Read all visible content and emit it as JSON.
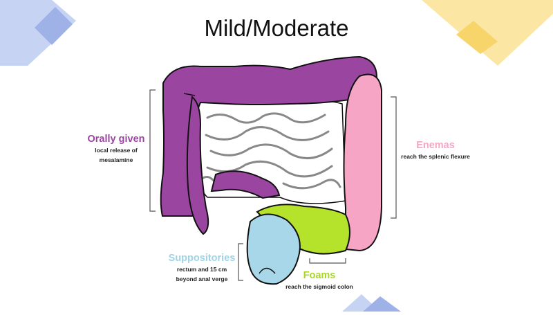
{
  "title": "Mild/Moderate",
  "colors": {
    "oral": "#9a45a0",
    "enemas": "#f7a5c5",
    "suppositories": "#a7d7e8",
    "foams": "#b5e22a",
    "small_intestine_stroke": "#777777",
    "outline": "#111111",
    "deco_blue": "#b6c6ef",
    "deco_yellow": "#f9df8a"
  },
  "labels": {
    "oral": {
      "heading": "Orally given",
      "lines": [
        "local release of",
        "mesalamine"
      ]
    },
    "enemas": {
      "heading": "Enemas",
      "lines": [
        "reach the splenic flexure"
      ]
    },
    "suppositories": {
      "heading": "Suppositories",
      "lines": [
        "rectum and 15 cm",
        "beyond anal verge"
      ]
    },
    "foams": {
      "heading": "Foams",
      "lines": [
        "reach the sigmoid colon"
      ]
    }
  }
}
